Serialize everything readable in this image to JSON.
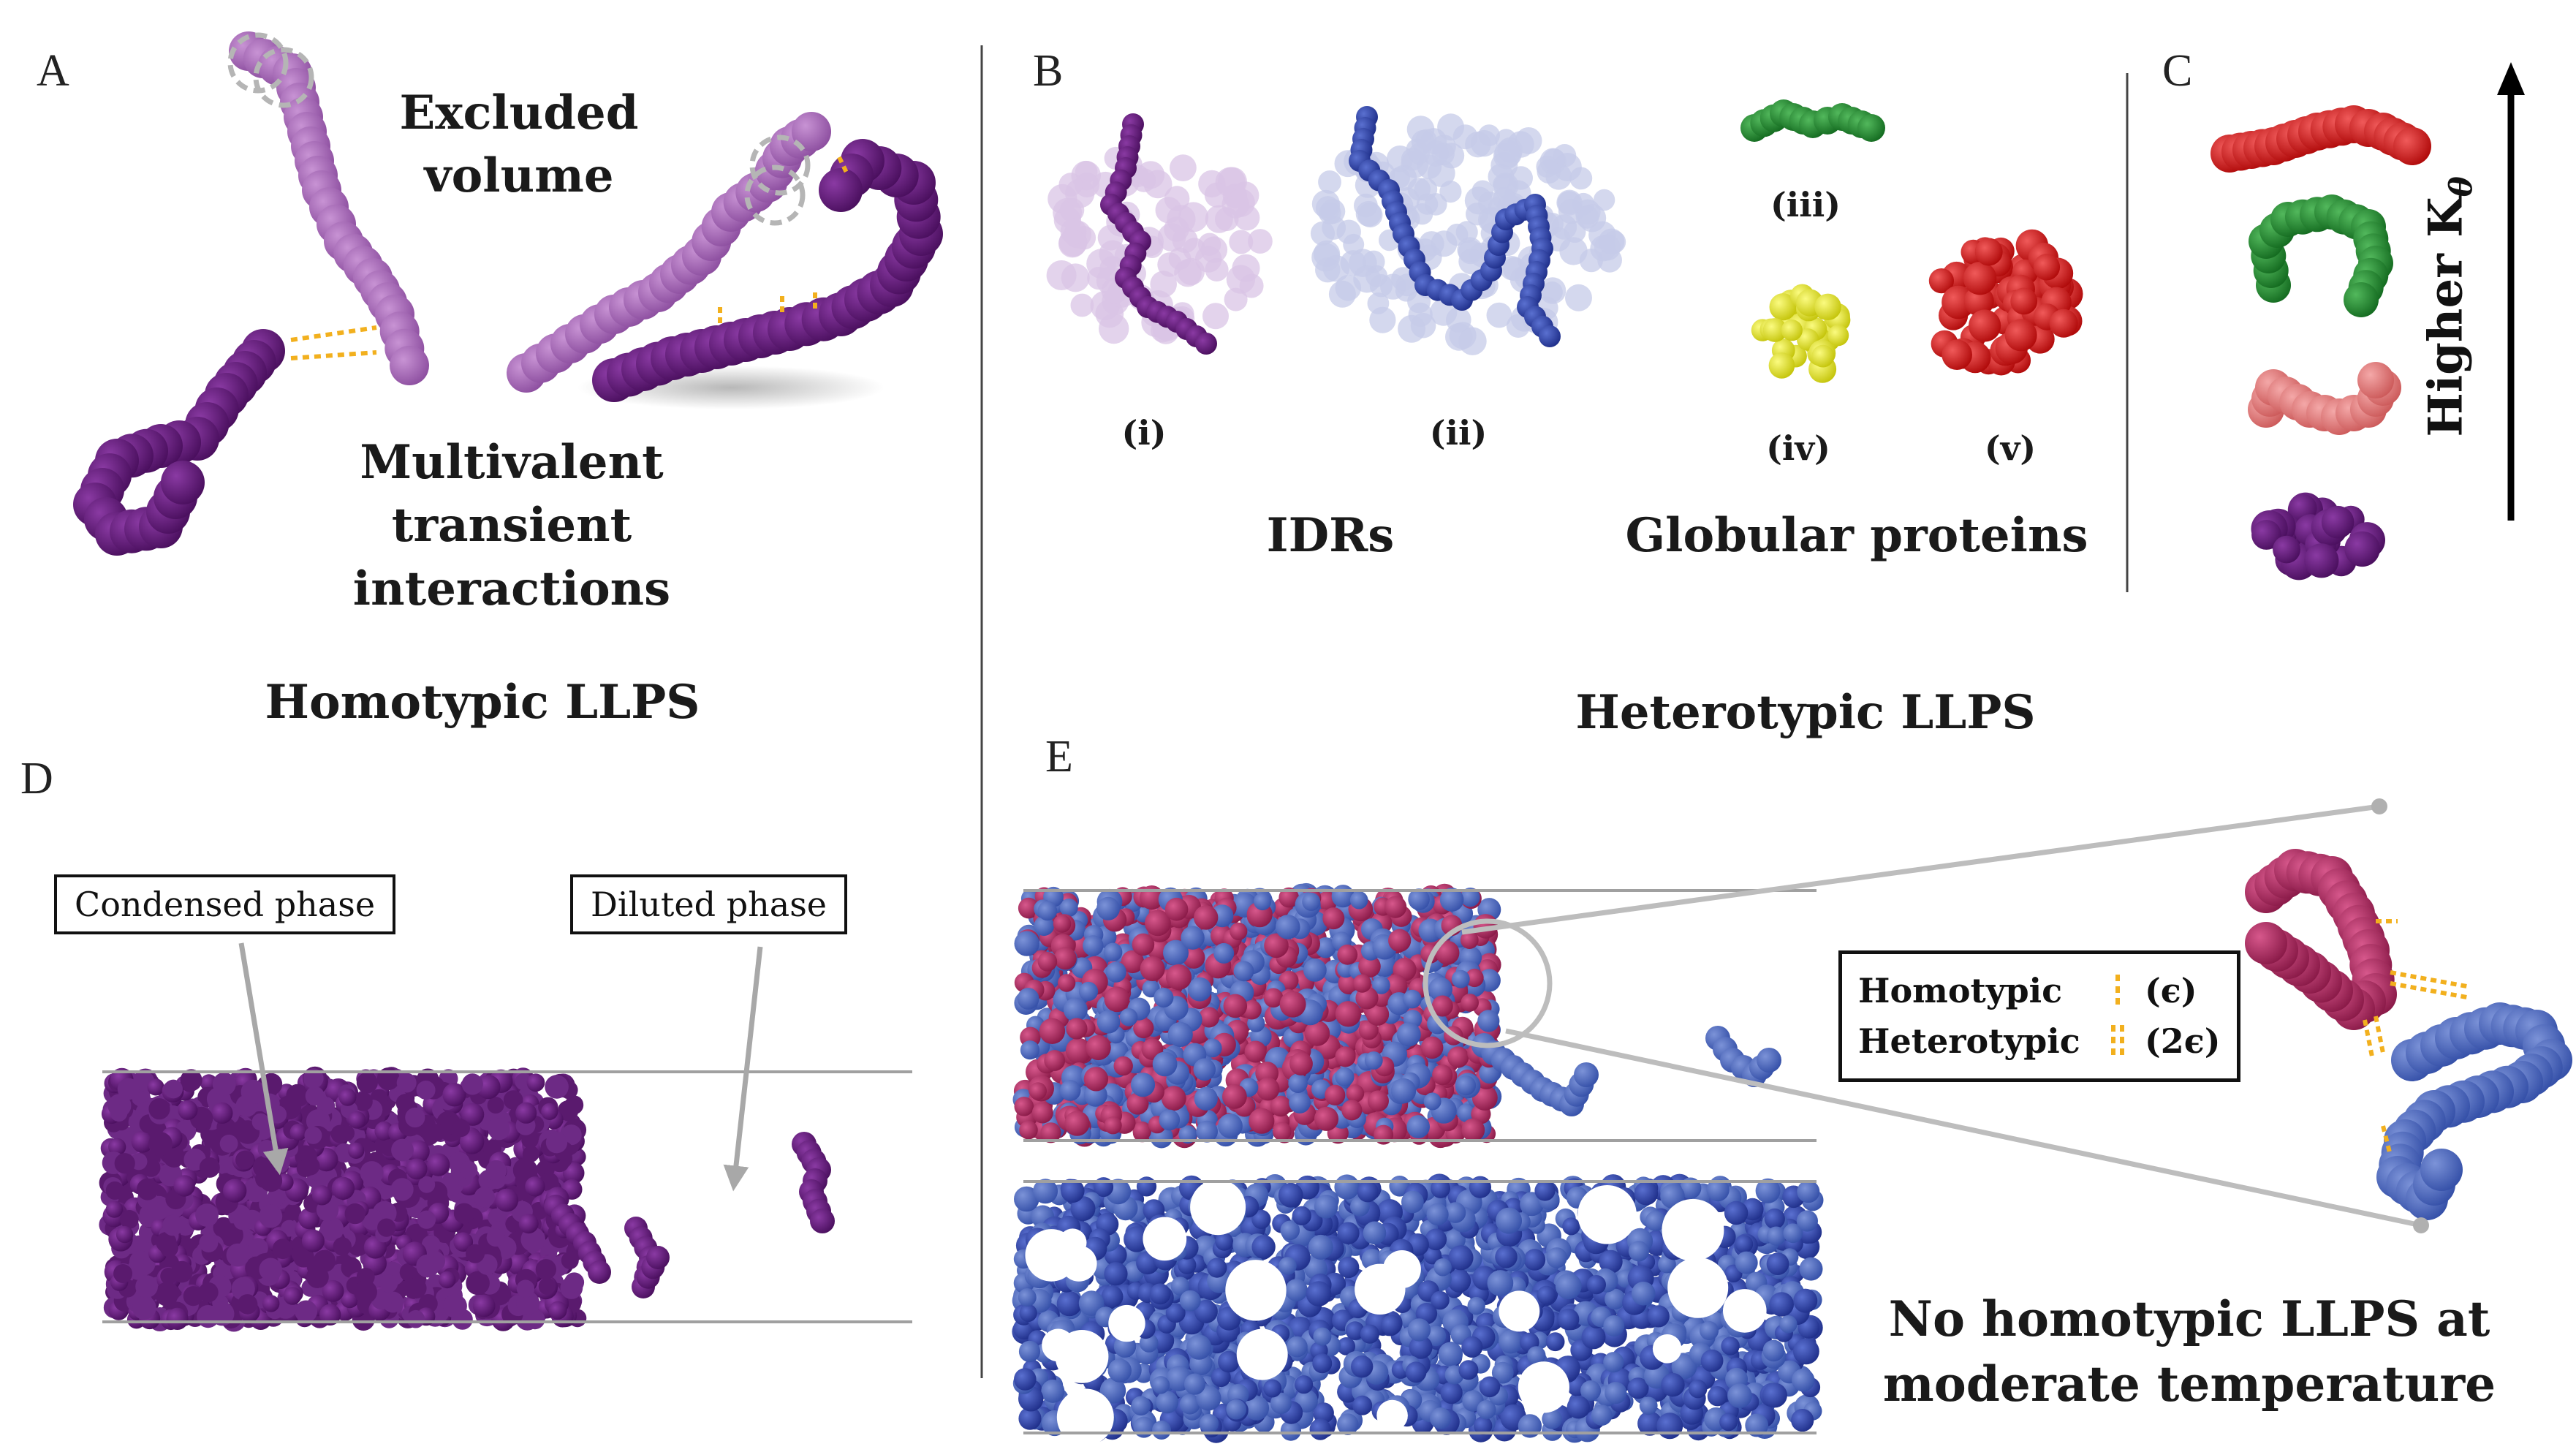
{
  "panels": {
    "a": {
      "letter": "A",
      "excluded_volume": "Excluded\nvolume",
      "multivalent": "Multivalent\ntransient\ninteractions",
      "homotypic_title": "Homotypic LLPS"
    },
    "b": {
      "letter": "B",
      "roman": [
        "(i)",
        "(ii)",
        "(iii)",
        "(iv)",
        "(v)"
      ],
      "idrs": "IDRs",
      "globular": "Globular proteins"
    },
    "c": {
      "letter": "C",
      "axis_label": "Higher K",
      "axis_subscript": "θ"
    },
    "d": {
      "letter": "D",
      "condensed": "Condensed phase",
      "diluted": "Diluted phase"
    },
    "e": {
      "letter": "E",
      "heterotypic_title": "Heterotypic LLPS",
      "legend_homotypic": "Homotypic",
      "legend_homotypic_eps": "(ϵ)",
      "legend_heterotypic": "Heterotypic",
      "legend_heterotypic_eps": "(2ϵ)",
      "no_homotypic": "No homotypic LLPS at\nmoderate temperature"
    }
  },
  "colors": {
    "purple_dark": "#5a1a6e",
    "purple_light": "#a768b8",
    "lavender": "#d9c4e6",
    "navy": "#2b3e9a",
    "blue": "#4a64b8",
    "green": "#1f8a2e",
    "yellow": "#e3e31a",
    "red": "#d81515",
    "pink": "#e07a7a",
    "magenta": "#b02a62",
    "orange_dash": "#f2b01e",
    "gray_line": "#9a9a9a"
  }
}
